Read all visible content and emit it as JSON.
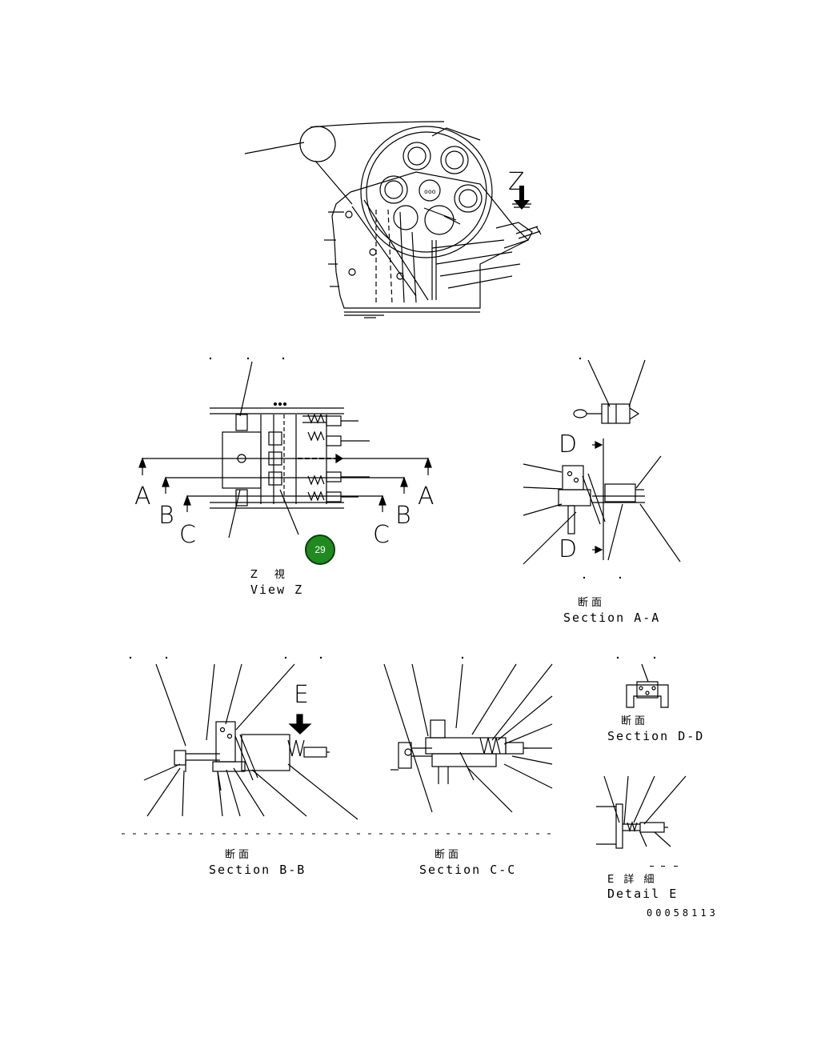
{
  "view_z": {
    "jp": "Z　視",
    "en": "View Z"
  },
  "section_aa": {
    "jp": "断面",
    "en": "Section A-A"
  },
  "section_bb": {
    "jp": "断面",
    "en": "Section B-B"
  },
  "section_cc": {
    "jp": "断面",
    "en": "Section C-C"
  },
  "section_dd": {
    "jp": "断面",
    "en": "Section D-D"
  },
  "detail_e": {
    "jp": "E 詳 細",
    "en": "Detail E"
  },
  "drawing_number": "00058113",
  "callout_badge": "29",
  "view_marker": "Z",
  "section_letters": {
    "a": "A",
    "b": "B",
    "c": "C",
    "d": "D",
    "e": "E"
  },
  "colors": {
    "badge": "#1f8a1f",
    "line": "#000000"
  }
}
